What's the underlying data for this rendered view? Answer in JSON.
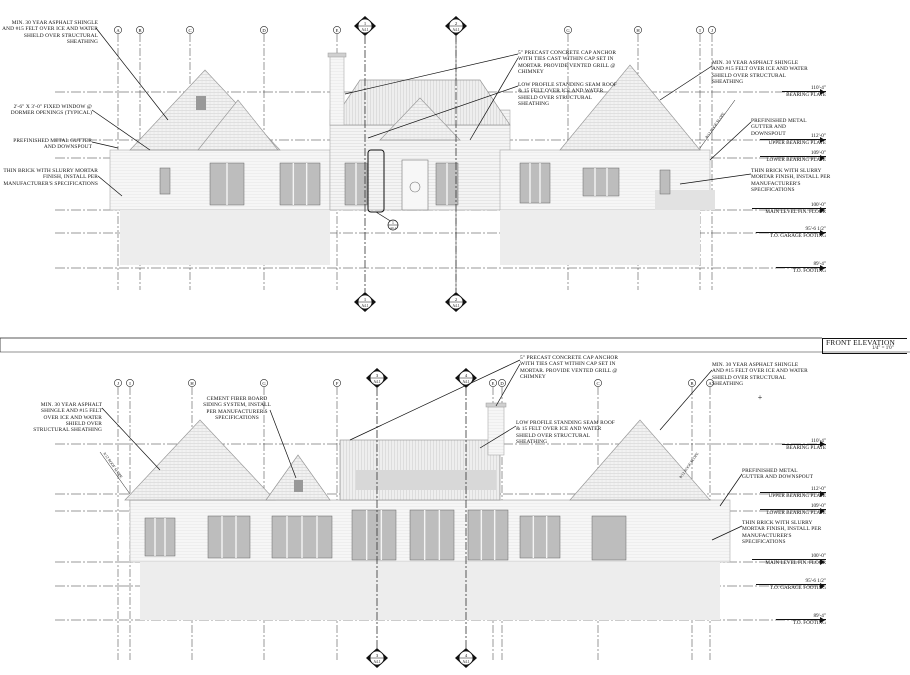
{
  "sheet": {
    "title": "FRONT ELEVATION",
    "scale": "1/4\" = 1'0\""
  },
  "top": {
    "grid_labels": [
      "A",
      "B",
      "C",
      "D",
      "E",
      "F",
      "G",
      "H",
      "I",
      "J"
    ],
    "section_markers": [
      {
        "num": "1",
        "ref": "A4.1"
      },
      {
        "num": "2",
        "ref": "A4.1"
      }
    ],
    "detail_marker": {
      "num": "1",
      "ref": "A6.1"
    },
    "slope_label": "8/12 ROOF SLOPE",
    "notes_left": [
      "MIN. 30 YEAR ASPHALT SHINGLE AND #15 FELT OVER ICE AND WATER SHIELD OVER STRUCTURAL SHEATHING",
      "2'-6\" x 3'-0\" FIXED WINDOW @ DORMER OPENINGS (TYPICAL)",
      "PREFINISHED METAL GUTTER AND DOWNSPOUT",
      "THIN BRICK WITH SLURRY MORTAR FINISH, INSTALL PER MANUFACTURER'S SPECIFICATIONS"
    ],
    "notes_center": [
      "5\" PRECAST CONCRETE CAP ANCHOR WITH TIES CAST WITHIN CAP SET IN MORTAR. PROVIDE VENTED GRILL @ CHIMNEY",
      "LOW PROFILE STANDING SEAM ROOF & 15 FELT OVER ICE AND WATER SHIELD OVER STRUCTURAL SHEATHING"
    ],
    "notes_right": [
      "MIN. 30 YEAR ASPHALT SHINGLE AND #15 FELT OVER ICE AND WATER SHIELD OVER STRUCTURAL SHEATHING",
      "PREFINISHED METAL GUTTER AND DOWNSPOUT",
      "THIN BRICK WITH SLURRY MORTAR FINISH, INSTALL PER MANUFACTURER'S SPECIFICATIONS"
    ],
    "levels": [
      {
        "elev": "110'-4\"",
        "name": "BEARING PLATE"
      },
      {
        "elev": "112'-0\"",
        "name": "UPPER BEARING PLATE"
      },
      {
        "elev": "109'-0\"",
        "name": "LOWER BEARING PLATE"
      },
      {
        "elev": "100'-0\"",
        "name": "MAIN LEVEL FIN. FLOOR"
      },
      {
        "elev": "95'-6 1/2\"",
        "name": "T.O. GARAGE FOOTING"
      },
      {
        "elev": "89'-4\"",
        "name": "T.O. FOOTING"
      }
    ]
  },
  "bottom": {
    "grid_labels": [
      "J",
      "I",
      "H",
      "G",
      "F",
      "E",
      "D",
      "C",
      "B",
      "A"
    ],
    "section_markers": [
      {
        "num": "3",
        "ref": "A4.1"
      },
      {
        "num": "4",
        "ref": "A4.1"
      }
    ],
    "slope_label": "8/12 ROOF SLOPE",
    "notes_left": [
      "MIN. 30 YEAR ASPHALT SHINGLE AND #15 FELT OVER ICE AND WATER SHIELD OVER STRUCTURAL SHEATHING",
      "CEMENT FIBER BOARD SIDING SYSTEM, INSTALL PER MANUFACTURER'S SPECIFICATIONS"
    ],
    "notes_center": [
      "5\" PRECAST CONCRETE CAP ANCHOR WITH TIES CAST WITHIN CAP SET IN MORTAR. PROVIDE VENTED GRILL @ CHIMNEY",
      "LOW PROFILE STANDING SEAM ROOF & 15 FELT OVER ICE AND WATER SHIELD OVER STRUCTURAL SHEATHING"
    ],
    "notes_right": [
      "MIN. 30 YEAR ASPHALT SHINGLE AND #15 FELT OVER ICE AND WATER SHIELD OVER STRUCTURAL SHEATHING",
      "PREFINISHED METAL GUTTER AND DOWNSPOUT",
      "THIN BRICK WITH SLURRY MORTAR FINISH, INSTALL PER MANUFACTURER'S SPECIFICATIONS"
    ],
    "levels": [
      {
        "elev": "110'-4\"",
        "name": "BEARING PLATE"
      },
      {
        "elev": "112'-0\"",
        "name": "UPPER BEARING PLATE"
      },
      {
        "elev": "109'-0\"",
        "name": "LOWER BEARING PLATE"
      },
      {
        "elev": "100'-0\"",
        "name": "MAIN LEVEL FIN. FLOOR"
      },
      {
        "elev": "95'-6 1/2\"",
        "name": "T.O. GARAGE FOOTING"
      },
      {
        "elev": "89'-4\"",
        "name": "T.O. FOOTING"
      }
    ]
  }
}
